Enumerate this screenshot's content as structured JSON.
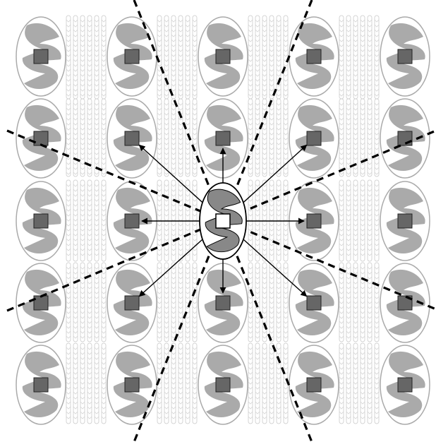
{
  "diagram": {
    "grid": {
      "rows": 5,
      "cols": 5
    },
    "center_cell": {
      "row": 2,
      "col": 2
    },
    "colors": {
      "background": "#ffffff",
      "mito_outline": "#aaaaaa",
      "mito_fill": "#ffffff",
      "cristae_fill": "#aaaaaa",
      "marker_fill": "#666666",
      "marker_stroke": "#222222",
      "center_outline": "#000000",
      "center_cristae": "#888888",
      "center_marker_fill": "#ffffff",
      "fibril_stroke": "#d4d4d4",
      "arrow_color": "#000000",
      "dashed_line_color": "#000000"
    },
    "icons": {
      "mitochondrion": "mitochondrion-icon",
      "marker": "square-marker-icon",
      "fibril_bundle": "myofibril-bundle-icon"
    },
    "arrow_count": 8,
    "dashed_line_count": 4
  }
}
